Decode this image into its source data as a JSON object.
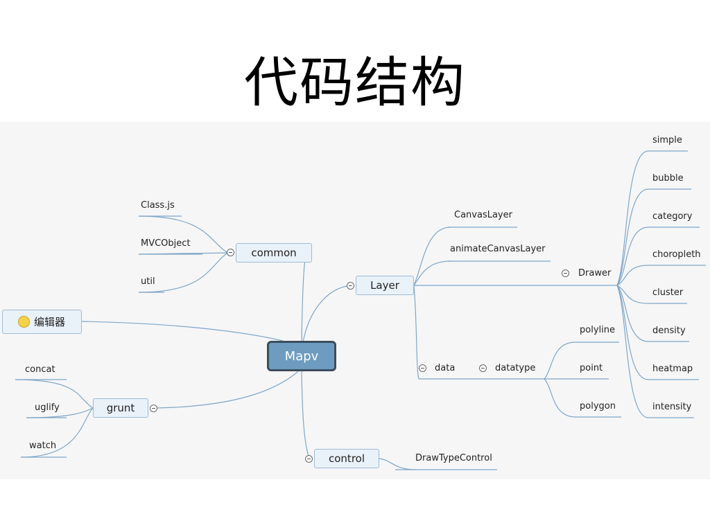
{
  "slide": {
    "title": "代码结构"
  },
  "mindmap": {
    "root": "Mapv",
    "editor": {
      "label": "编辑器",
      "icon": "smiley-icon"
    },
    "common": {
      "label": "common",
      "children": [
        "Class.js",
        "MVCObject",
        "util"
      ]
    },
    "grunt": {
      "label": "grunt",
      "children": [
        "concat",
        "uglify",
        "watch"
      ]
    },
    "control": {
      "label": "control",
      "children": [
        "DrawTypeControl"
      ]
    },
    "layer": {
      "label": "Layer",
      "children": [
        "CanvasLayer",
        "animateCanvasLayer"
      ],
      "drawer": {
        "label": "Drawer",
        "children": [
          "simple",
          "bubble",
          "category",
          "choropleth",
          "cluster",
          "density",
          "heatmap",
          "intensity"
        ]
      },
      "data": {
        "label": "data",
        "datatype": {
          "label": "datatype",
          "children": [
            "polyline",
            "point",
            "polygon"
          ]
        }
      }
    }
  },
  "colors": {
    "connector": "#7ea6c7",
    "node_fill": "#e9f1f9",
    "node_border": "#9ebbd6",
    "root_fill": "#6d9cc0",
    "root_border": "#3b4d5c",
    "canvas_bg": "#f6f6f7"
  }
}
